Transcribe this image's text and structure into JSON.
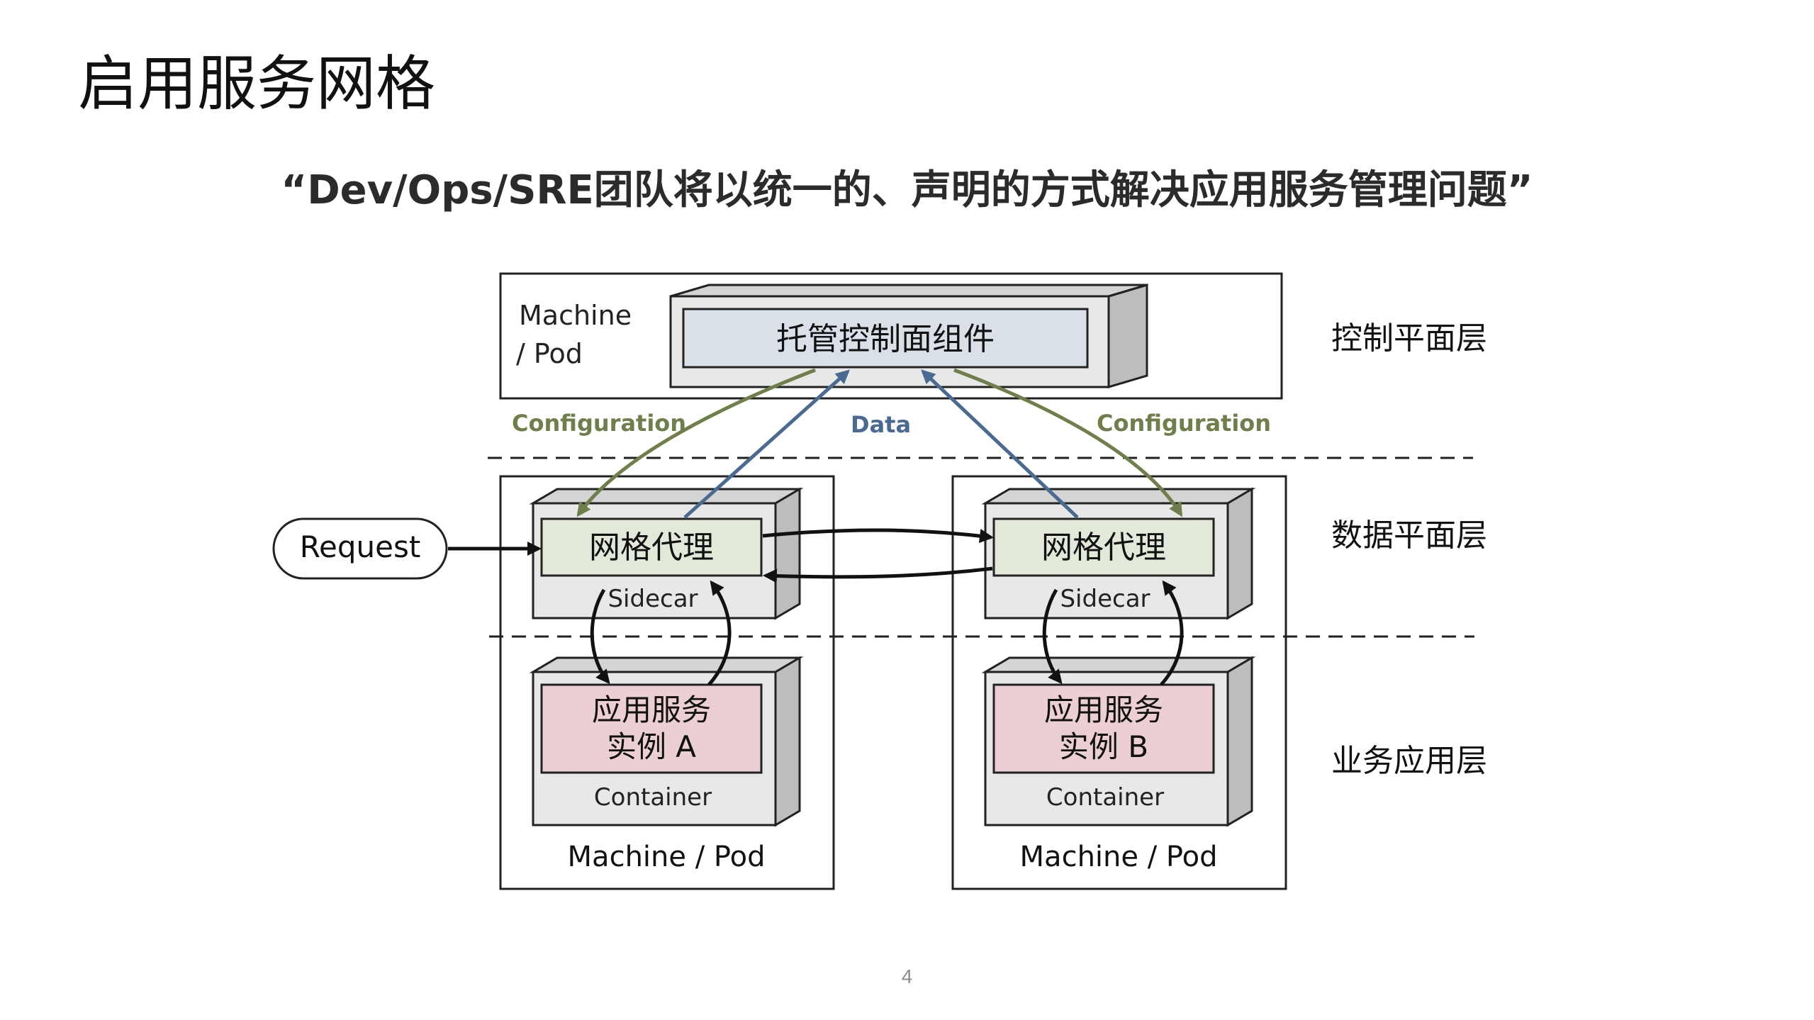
{
  "slide": {
    "title": "启用服务网格",
    "subtitle": "“Dev/Ops/SRE团队将以统一的、声明的方式解决应用服务管理问题”",
    "page_number": "4"
  },
  "diagram": {
    "control_machine_label_line1": "Machine",
    "control_machine_label_line2": "/ Pod",
    "control_component": "托管控制面组件",
    "config_label_left": "Configuration",
    "data_label": "Data",
    "config_label_right": "Configuration",
    "request": "Request",
    "proxy_left": "网格代理",
    "proxy_right": "网格代理",
    "sidecar_left": "Sidecar",
    "sidecar_right": "Sidecar",
    "service_a_line1": "应用服务",
    "service_a_line2": "实例 A",
    "service_b_line1": "应用服务",
    "service_b_line2": "实例 B",
    "container_left": "Container",
    "container_right": "Container",
    "machine_pod_left": "Machine / Pod",
    "machine_pod_right": "Machine / Pod"
  },
  "layers": {
    "control_plane": "控制平面层",
    "data_plane": "数据平面层",
    "business": "业务应用层"
  },
  "colors": {
    "config_arrow": "#6f7f4c",
    "data_arrow": "#4a6a92",
    "control_component_fill": "#d9e0e8",
    "proxy_fill": "#e2e9d9",
    "service_fill": "#ebcfd3",
    "box3d_fill": "#e8e8e8"
  }
}
